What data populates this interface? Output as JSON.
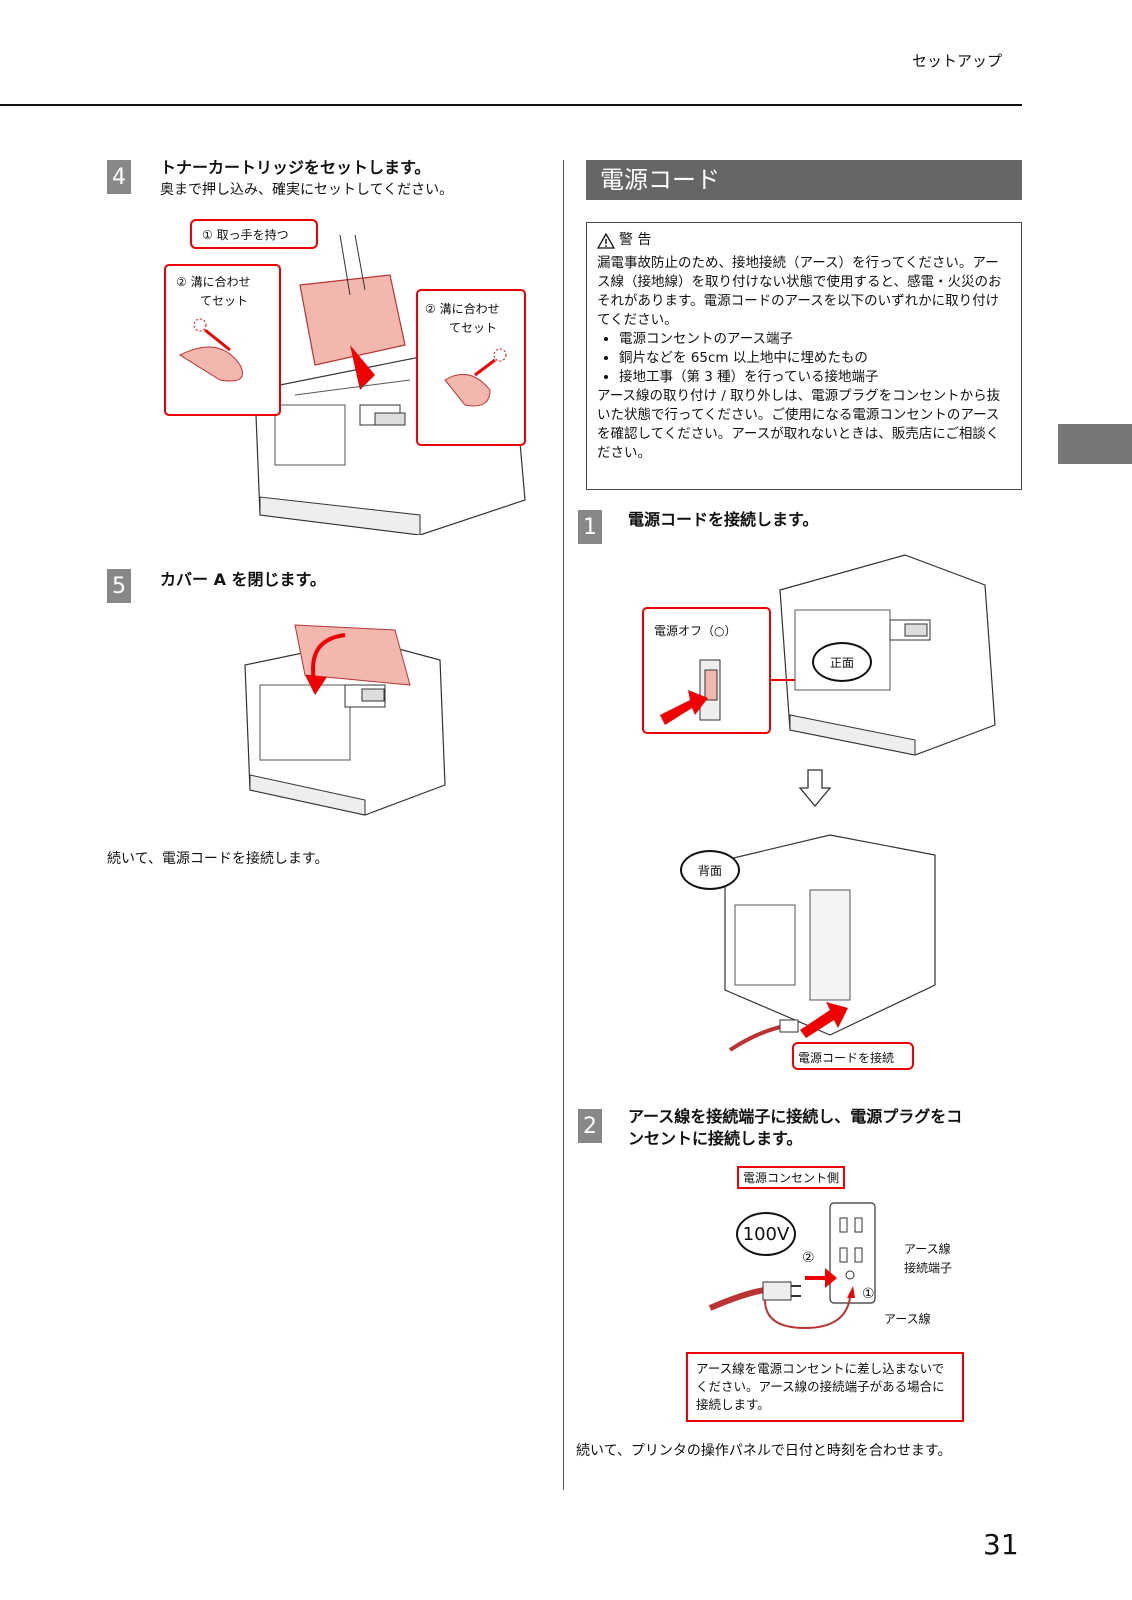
{
  "header": {
    "title": "セットアップ"
  },
  "left": {
    "step4": {
      "num": "4",
      "title": "トナーカートリッジをセットします。",
      "sub": "奥まで押し込み、確実にセットしてください。",
      "callouts": {
        "handle": "① 取っ手を持つ",
        "groove_left_1": "② 溝に合わせ",
        "groove_left_2": "てセット",
        "groove_right_1": "② 溝に合わせ",
        "groove_right_2": "てセット"
      }
    },
    "step5": {
      "num": "5",
      "title": "カバー A を閉じます。"
    },
    "continue": "続いて、電源コードを接続します。"
  },
  "right": {
    "section_title": "電源コード",
    "warning": {
      "head": "警 告",
      "p1": "漏電事故防止のため、接地接続（アース）を行ってください。アース線（接地線）を取り付けない状態で使用すると、感電・火災のおそれがあります。電源コードのアースを以下のいずれかに取り付けてください。",
      "items": [
        "電源コンセントのアース端子",
        "銅片などを 65cm 以上地中に埋めたもの",
        "接地工事（第 3 種）を行っている接地端子"
      ],
      "p2": "アース線の取り付け / 取り外しは、電源プラグをコンセントから抜いた状態で行ってください。ご使用になる電源コンセントのアースを確認してください。アースが取れないときは、販売店にご相談ください。"
    },
    "step1": {
      "num": "1",
      "title": "電源コードを接続します。",
      "labels": {
        "power_off": "電源オフ（○）",
        "front": "正面",
        "back": "背面",
        "connect_cord": "電源コードを接続"
      }
    },
    "step2": {
      "num": "2",
      "title_1": "アース線を接続端子に接続し、電源プラグをコ",
      "title_2": "ンセントに接続します。",
      "labels": {
        "outlet_side": "電源コンセント側",
        "voltage": "100V",
        "num2": "②",
        "num1": "①",
        "ground_terminal_1": "アース線",
        "ground_terminal_2": "接続端子",
        "ground_wire": "アース線",
        "note": "アース線を電源コンセントに差し込まないでください。アース線の接続端子がある場合に接続します。"
      }
    },
    "continue": "続いて、プリンタの操作パネルで日付と時刻を合わせます。"
  },
  "page_number": "31"
}
